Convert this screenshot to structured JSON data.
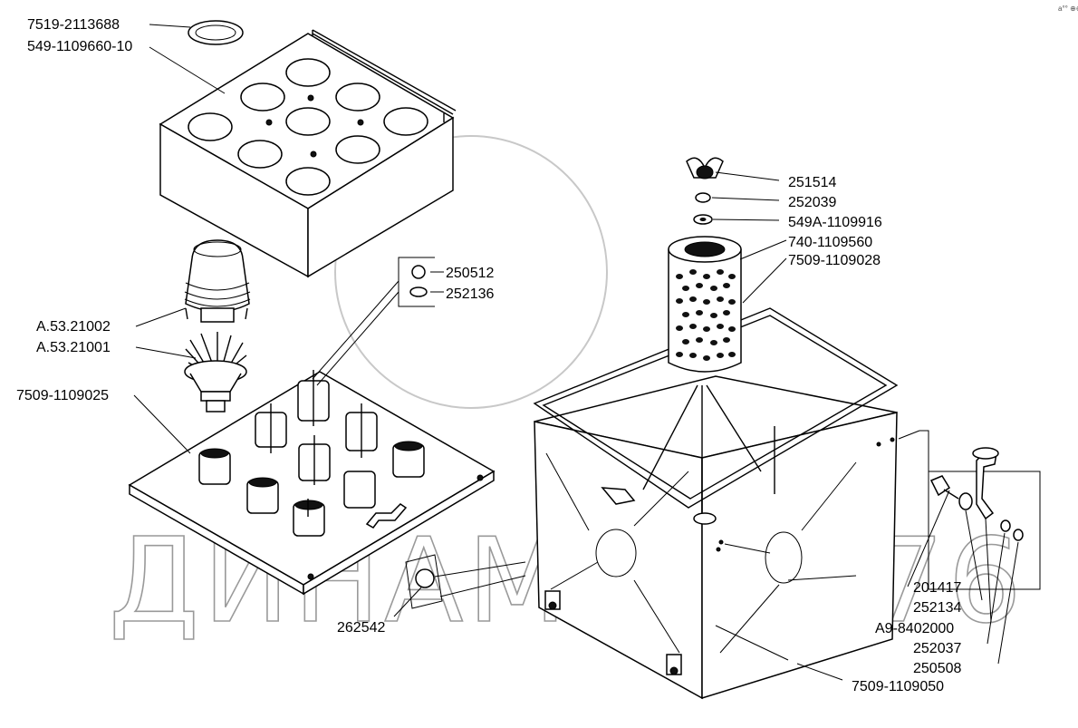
{
  "watermark": "ДИНАМИКА 76",
  "corner_mark": "a°° ⊕⊕⊕",
  "labels": {
    "top_ring": "7519-2113688",
    "top_cover": "549-1109660-10",
    "hood": "А.53.21002",
    "rotor": "А.53.21001",
    "cell_plate": "7509-1109025",
    "plate_nut": "250512",
    "plate_washer": "252136",
    "drain_plug": "262542",
    "wing_nut": "251514",
    "nut_252039": "252039",
    "washer_549a": "549А-1109916",
    "filter_element": "740-1109560",
    "frame": "7509-1109028",
    "bolt": "201417",
    "washer_252134": "252134",
    "latch": "А9-8402000",
    "washer_252037": "252037",
    "nut_250508": "250508",
    "housing": "7509-1109050"
  }
}
